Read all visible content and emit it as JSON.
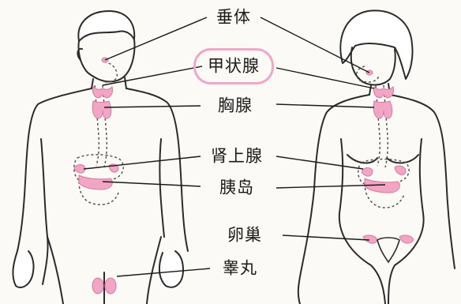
{
  "labels": {
    "pituitary": "垂体",
    "thyroid": "甲状腺",
    "thymus": "胸腺",
    "adrenal": "肾上腺",
    "islets": "胰岛",
    "ovary": "卵巢",
    "testis": "睾丸"
  },
  "colors": {
    "gland": "#f0a6c4",
    "outline": "#2b2b2b",
    "dashed": "#555555",
    "highlight": "#f2a6c6",
    "background": "#fbfaf6"
  },
  "highlighted_label": "thyroid"
}
